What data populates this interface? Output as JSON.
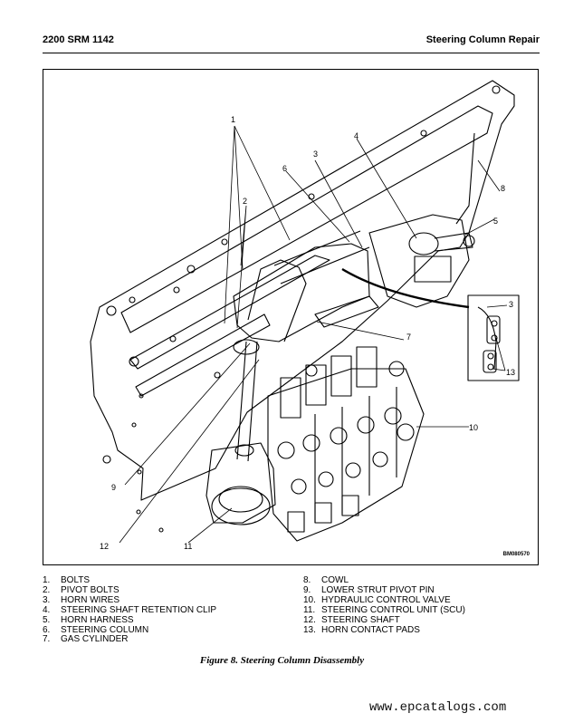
{
  "header": {
    "doc_id": "2200 SRM 1142",
    "section": "Steering Column Repair"
  },
  "figure": {
    "drawing_code": "BM080570",
    "callouts": {
      "c1": "1",
      "c2": "2",
      "c3": "3",
      "c4": "4",
      "c5": "5",
      "c6": "6",
      "c7": "7",
      "c8": "8",
      "c9": "9",
      "c10": "10",
      "c11": "11",
      "c12": "12",
      "inset3": "3",
      "inset13": "13"
    }
  },
  "legend": {
    "left": [
      {
        "num": "1.",
        "label": "BOLTS"
      },
      {
        "num": "2.",
        "label": "PIVOT BOLTS"
      },
      {
        "num": "3.",
        "label": "HORN WIRES"
      },
      {
        "num": "4.",
        "label": "STEERING SHAFT RETENTION CLIP"
      },
      {
        "num": "5.",
        "label": "HORN HARNESS"
      },
      {
        "num": "6.",
        "label": "STEERING COLUMN"
      },
      {
        "num": "7.",
        "label": "GAS CYLINDER"
      }
    ],
    "right": [
      {
        "num": "8.",
        "label": "COWL"
      },
      {
        "num": "9.",
        "label": "LOWER STRUT PIVOT PIN"
      },
      {
        "num": "10.",
        "label": "HYDRAULIC CONTROL VALVE"
      },
      {
        "num": "11.",
        "label": "STEERING CONTROL UNIT (SCU)"
      },
      {
        "num": "12.",
        "label": "STEERING SHAFT"
      },
      {
        "num": "13.",
        "label": "HORN CONTACT PADS"
      }
    ]
  },
  "caption": "Figure 8. Steering Column Disassembly",
  "watermark": "www.epcatalogs.com"
}
